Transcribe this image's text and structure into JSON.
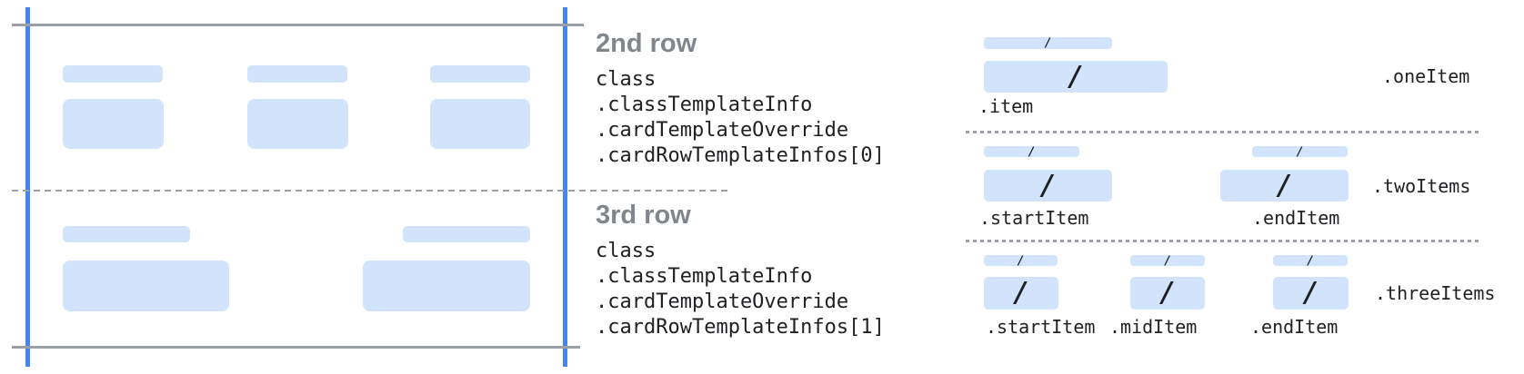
{
  "palette": {
    "bar_fill": "#d2e3fc",
    "edge_blue": "#4285f4",
    "line_gray": "#9aa0a6",
    "heading_gray": "#80868b",
    "code_text": "#202124"
  },
  "glyphs": {
    "slash": "/"
  },
  "annotations": {
    "second": {
      "heading": "2nd row",
      "lines": [
        "class",
        ".classTemplateInfo",
        ".cardTemplateOverride",
        ".cardRowTemplateInfos[0]"
      ]
    },
    "third": {
      "heading": "3rd row",
      "lines": [
        "class",
        ".classTemplateInfo",
        ".cardTemplateOverride",
        ".cardRowTemplateInfos[1]"
      ]
    }
  },
  "layouts": {
    "one_item": {
      "name": ".oneItem",
      "item_labels": [
        ".item"
      ]
    },
    "two_items": {
      "name": ".twoItems",
      "item_labels": [
        ".startItem",
        ".endItem"
      ]
    },
    "three_items": {
      "name": ".threeItems",
      "item_labels": [
        ".startItem",
        ".midItem",
        ".endItem"
      ]
    }
  }
}
